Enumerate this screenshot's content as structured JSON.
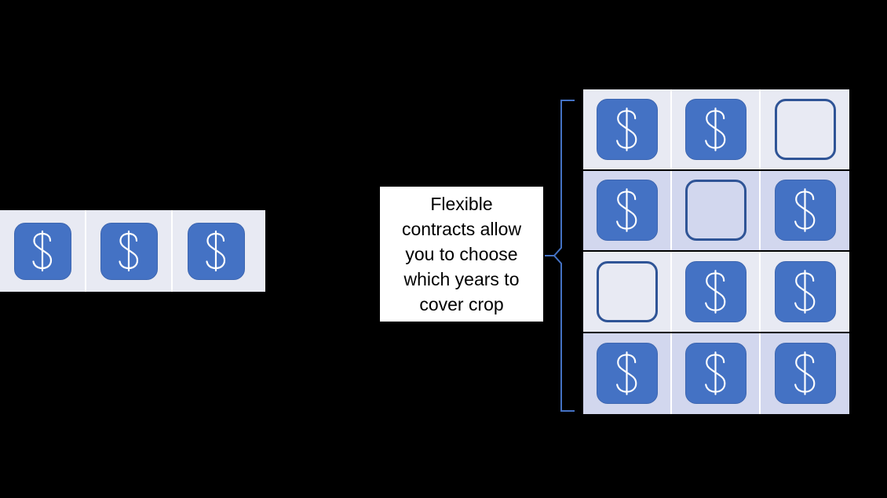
{
  "page": {
    "background_color": "#000000",
    "accent_color": "#4472c4",
    "accent_border_color": "#2f5496",
    "row_shade_light": "#e8eaf3",
    "row_shade_dark": "#d2d7ee",
    "bracket_color": "#4472c4"
  },
  "left_strip": {
    "label": "fixed-contract-payments",
    "background_color": "#e8eaf3",
    "cells": [
      {
        "icon": "dollar-icon",
        "state": "paid",
        "symbol": "$"
      },
      {
        "icon": "dollar-icon",
        "state": "paid",
        "symbol": "$"
      },
      {
        "icon": "dollar-icon",
        "state": "paid",
        "symbol": "$"
      }
    ]
  },
  "flex_grid": {
    "label": "flexible-contract-payment-grid",
    "rows": [
      {
        "shade": "light",
        "cells": [
          {
            "icon": "dollar-icon",
            "state": "paid",
            "symbol": "$"
          },
          {
            "icon": "dollar-icon",
            "state": "paid",
            "symbol": "$"
          },
          {
            "icon": "empty-slot-icon",
            "state": "empty",
            "symbol": ""
          }
        ]
      },
      {
        "shade": "dark",
        "cells": [
          {
            "icon": "dollar-icon",
            "state": "paid",
            "symbol": "$"
          },
          {
            "icon": "empty-slot-icon",
            "state": "empty",
            "symbol": ""
          },
          {
            "icon": "dollar-icon",
            "state": "paid",
            "symbol": "$"
          }
        ]
      },
      {
        "shade": "light",
        "cells": [
          {
            "icon": "empty-slot-icon",
            "state": "empty",
            "symbol": ""
          },
          {
            "icon": "dollar-icon",
            "state": "paid",
            "symbol": "$"
          },
          {
            "icon": "dollar-icon",
            "state": "paid",
            "symbol": "$"
          }
        ]
      },
      {
        "shade": "dark",
        "cells": [
          {
            "icon": "dollar-icon",
            "state": "paid",
            "symbol": "$"
          },
          {
            "icon": "dollar-icon",
            "state": "paid",
            "symbol": "$"
          },
          {
            "icon": "dollar-icon",
            "state": "paid",
            "symbol": "$"
          }
        ]
      }
    ]
  },
  "callout": {
    "text": "Flexible\ncontracts allow\nyou to choose\nwhich years to\ncover crop",
    "text_color": "#000000",
    "background_color": "#ffffff"
  },
  "bracket": {
    "icon": "right-curly-bracket-icon",
    "color": "#4472c4"
  }
}
